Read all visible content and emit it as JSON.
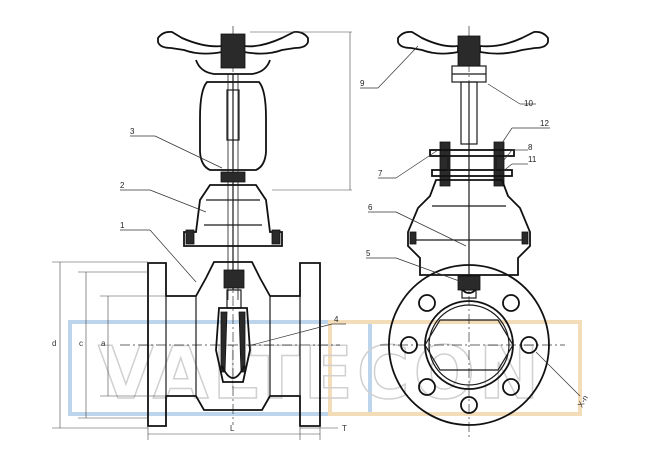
{
  "drawing": {
    "part_labels": [
      "1",
      "2",
      "3",
      "4",
      "5",
      "6",
      "7",
      "8",
      "9",
      "10",
      "11",
      "12"
    ],
    "dimension_labels": {
      "flange_od": "d",
      "bolt_circle": "c",
      "raised_face": "a",
      "length": "L",
      "thickness": "T",
      "bolt_holes": "X-n"
    },
    "watermark": "VALTECON",
    "colors": {
      "line": "#1a1a1a",
      "watermark_blue": "#bcd4ec",
      "watermark_orange": "#f3dcb8"
    }
  }
}
